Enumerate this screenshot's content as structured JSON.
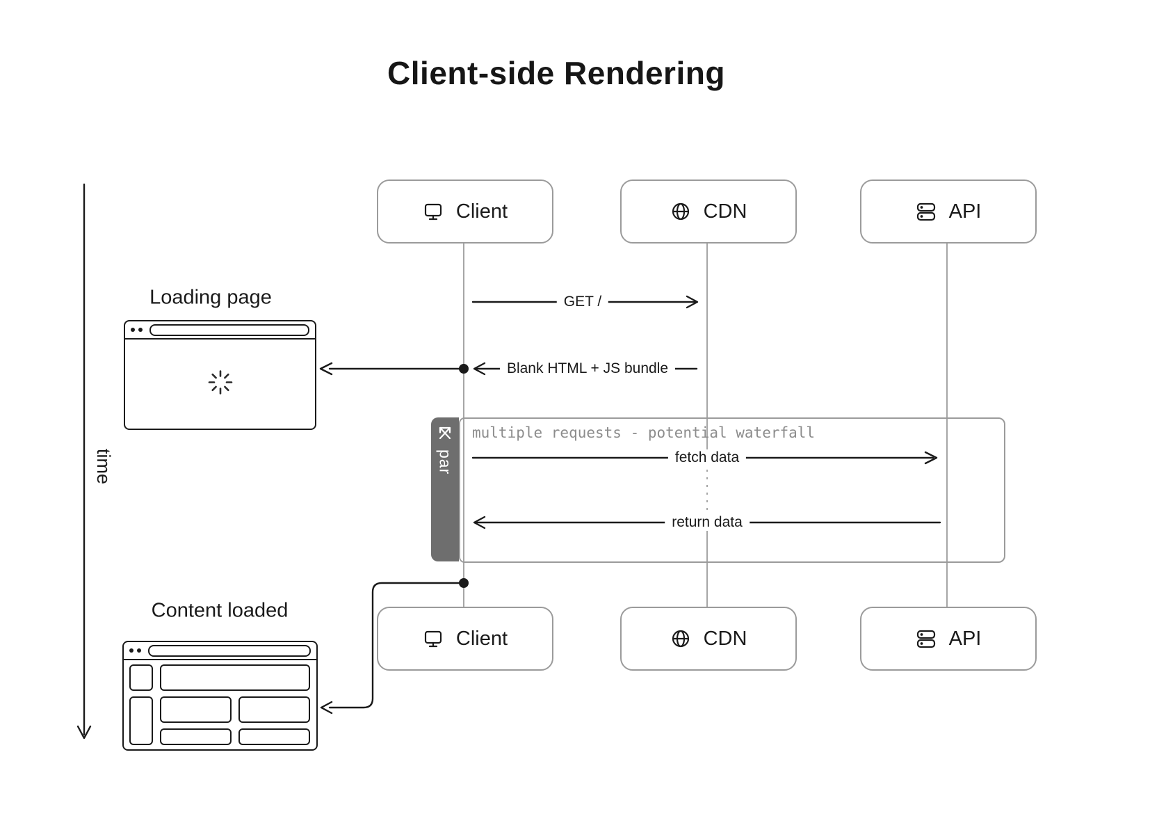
{
  "title": "Client-side Rendering",
  "time_axis": {
    "label": "time"
  },
  "actors": {
    "top": [
      {
        "label": "Client",
        "icon": "monitor-icon"
      },
      {
        "label": "CDN",
        "icon": "globe-icon"
      },
      {
        "label": "API",
        "icon": "server-icon"
      }
    ],
    "bottom": [
      {
        "label": "Client",
        "icon": "monitor-icon"
      },
      {
        "label": "CDN",
        "icon": "globe-icon"
      },
      {
        "label": "API",
        "icon": "server-icon"
      }
    ]
  },
  "messages": [
    {
      "label": "GET /",
      "from": "Client",
      "to": "CDN",
      "direction": "right"
    },
    {
      "label": "Blank HTML + JS bundle",
      "from": "CDN",
      "to": "Client",
      "direction": "left"
    },
    {
      "label": "fetch data",
      "from": "Client",
      "to": "API",
      "direction": "right"
    },
    {
      "label": "return data",
      "from": "API",
      "to": "Client",
      "direction": "left"
    }
  ],
  "par_block": {
    "label": "par",
    "icon": "crossed-arrows-icon",
    "note": "multiple requests - potential waterfall"
  },
  "annotations": {
    "loading": "Loading page",
    "content": "Content loaded"
  },
  "browser_mockups": {
    "loading_page": {
      "content": "spinner-icon"
    },
    "content_loaded": {
      "content": "wireframe-blocks"
    }
  },
  "colors": {
    "ink": "#1a1a1a",
    "lifeline": "#a6a6a6",
    "actor_border": "#9b9b9b",
    "par_tab": "#6e6e6e",
    "par_frame": "#9b9b9b",
    "note_text": "#8c8c8c",
    "background": "#ffffff"
  }
}
